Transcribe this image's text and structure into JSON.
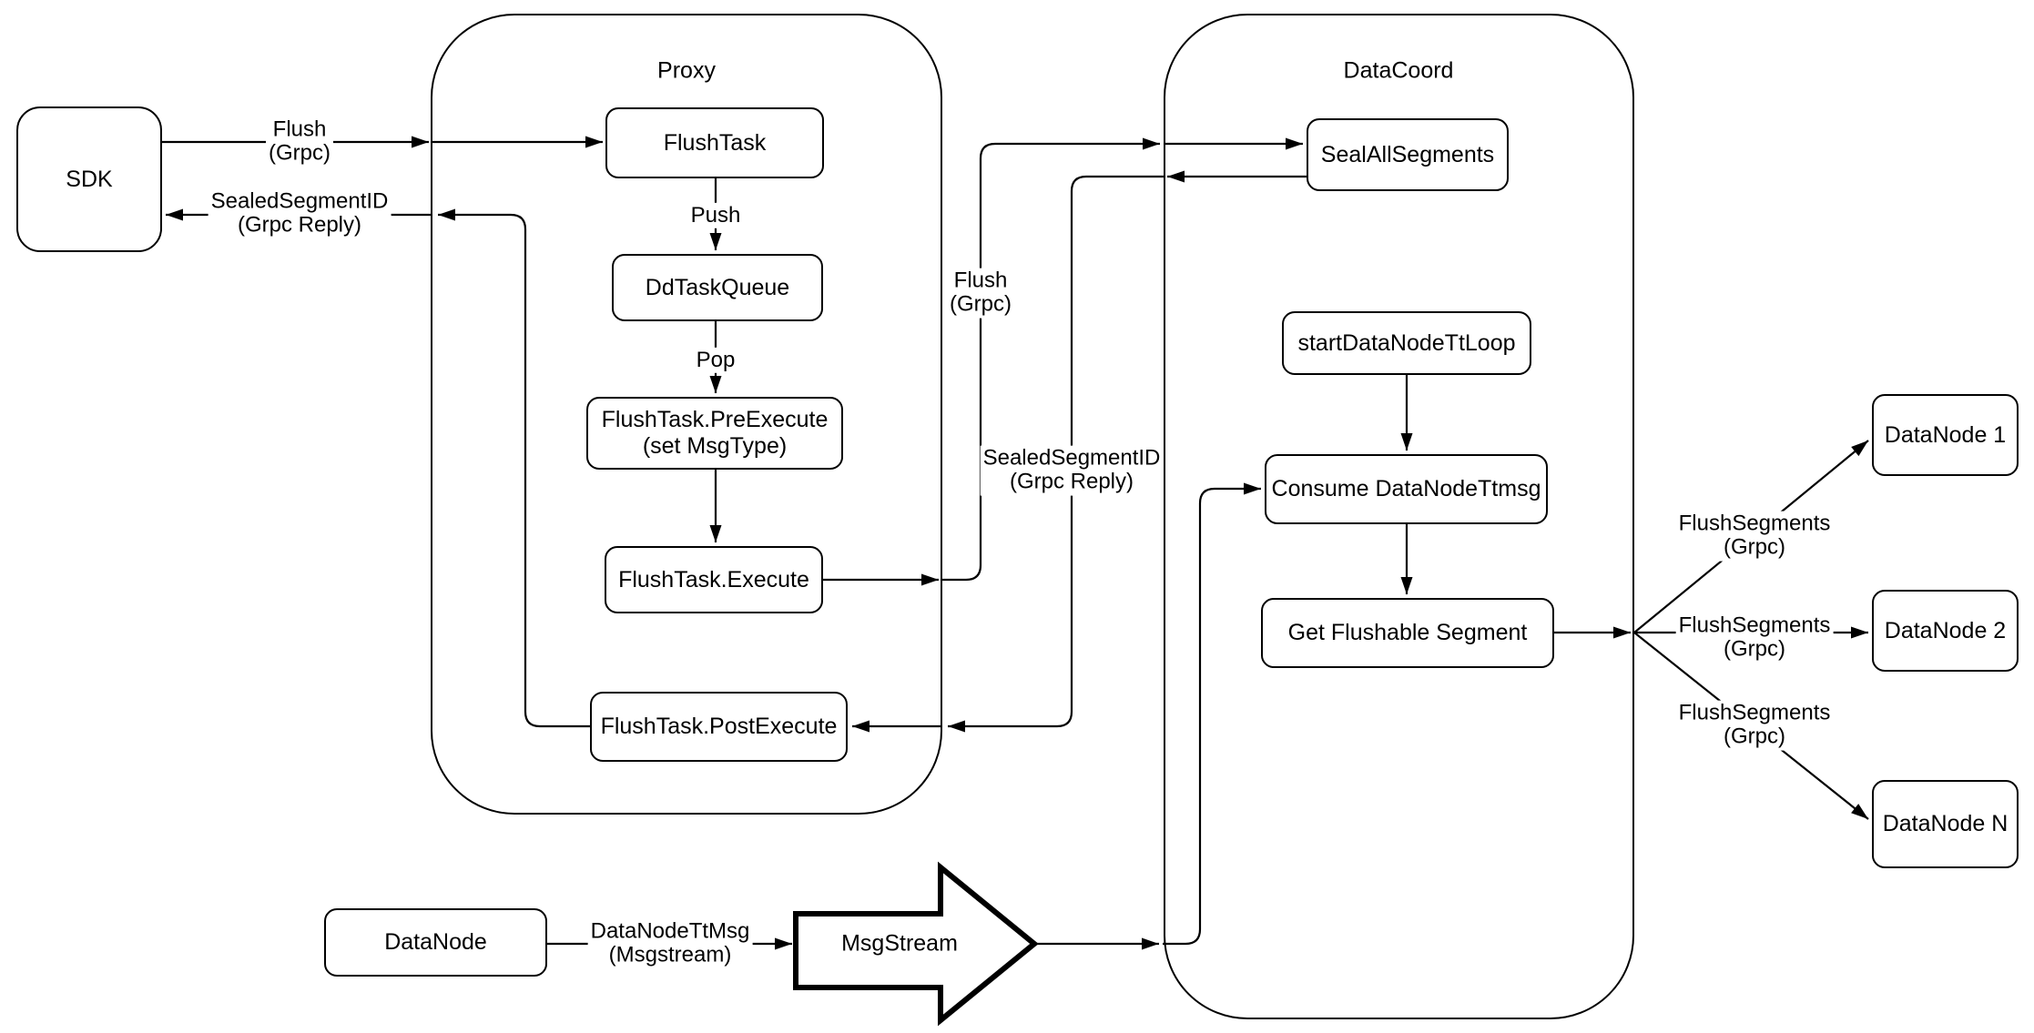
{
  "colors": {
    "stroke": "#000000",
    "fill": "#ffffff",
    "text": "#000000",
    "background": "#ffffff"
  },
  "containers": {
    "proxy": {
      "label": "Proxy"
    },
    "datacoord": {
      "label": "DataCoord"
    }
  },
  "nodes": {
    "sdk": {
      "label": "SDK"
    },
    "flush_task": {
      "label": "FlushTask"
    },
    "dd_task_queue": {
      "label": "DdTaskQueue"
    },
    "flush_task_pre_execute": {
      "line1": "FlushTask.PreExecute",
      "line2": "(set MsgType)"
    },
    "flush_task_execute": {
      "label": "FlushTask.Execute"
    },
    "flush_task_post_execute": {
      "label": "FlushTask.PostExecute"
    },
    "seal_all_segments": {
      "label": "SealAllSegments"
    },
    "start_data_node_tt_loop": {
      "label": "startDataNodeTtLoop"
    },
    "consume_data_node_ttmsg": {
      "label": "Consume DataNodeTtmsg"
    },
    "get_flushable_segment": {
      "label": "Get Flushable Segment"
    },
    "data_node_1": {
      "label": "DataNode 1"
    },
    "data_node_2": {
      "label": "DataNode 2"
    },
    "data_node_n": {
      "label": "DataNode N"
    },
    "data_node": {
      "label": "DataNode"
    },
    "msg_stream": {
      "label": "MsgStream"
    }
  },
  "edge_labels": {
    "flush_sdk": {
      "line1": "Flush",
      "line2": "(Grpc)"
    },
    "sealed_sdk": {
      "line1": "SealedSegmentID",
      "line2": "(Grpc Reply)"
    },
    "push": {
      "label": "Push"
    },
    "pop": {
      "label": "Pop"
    },
    "flush_mid": {
      "line1": "Flush",
      "line2": "(Grpc)"
    },
    "sealed_mid": {
      "line1": "SealedSegmentID",
      "line2": "(Grpc Reply)"
    },
    "flush_segments_1": {
      "line1": "FlushSegments",
      "line2": "(Grpc)"
    },
    "flush_segments_2": {
      "line1": "FlushSegments",
      "line2": "(Grpc)"
    },
    "flush_segments_3": {
      "line1": "FlushSegments",
      "line2": "(Grpc)"
    },
    "data_node_tt_msg": {
      "line1": "DataNodeTtMsg",
      "line2": "(Msgstream)"
    }
  }
}
